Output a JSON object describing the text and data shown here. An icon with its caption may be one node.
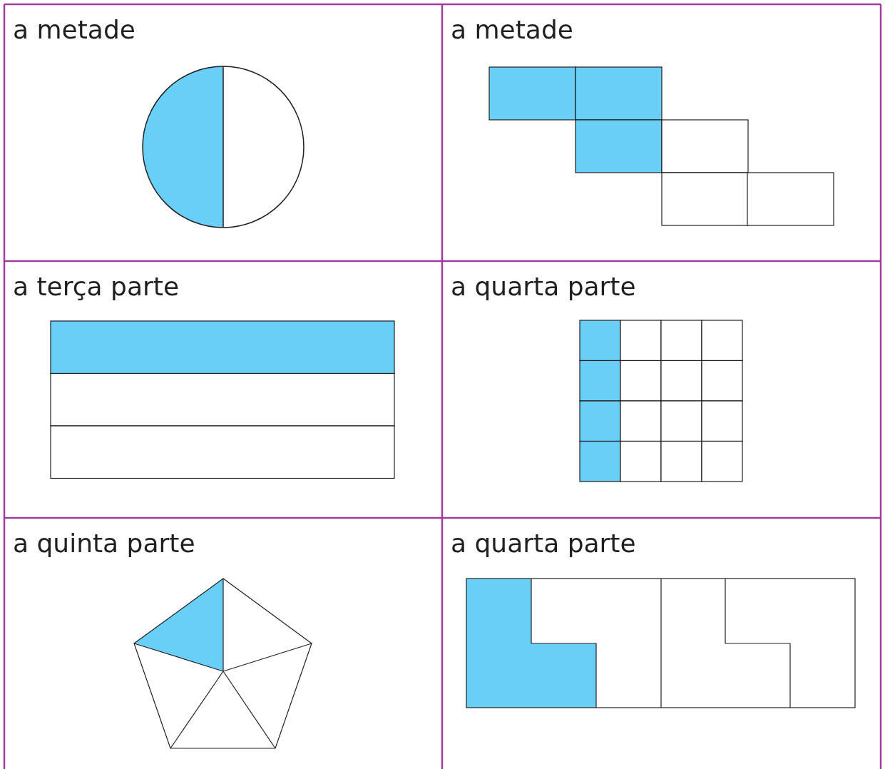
{
  "diagram": {
    "labels": [
      "a metade",
      "a metade",
      "a terça parte",
      "a quarta parte",
      "a quinta parte",
      "a quarta parte"
    ]
  }
}
